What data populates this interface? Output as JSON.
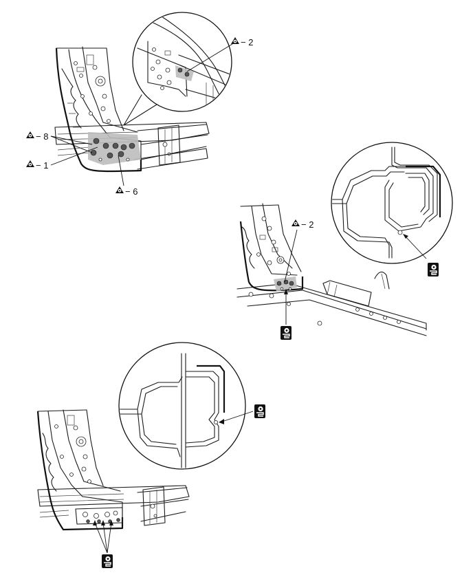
{
  "labels": {
    "view1_upper_callout": "− 2",
    "view1_left_top": "− 8",
    "view1_left_bottom": "− 1",
    "view1_bottom": "− 6",
    "view2_callout": "− 2"
  },
  "icons": {
    "weld_symbol": "triangle-weld-icon",
    "sealer_symbol": "sealer-gun-icon"
  }
}
